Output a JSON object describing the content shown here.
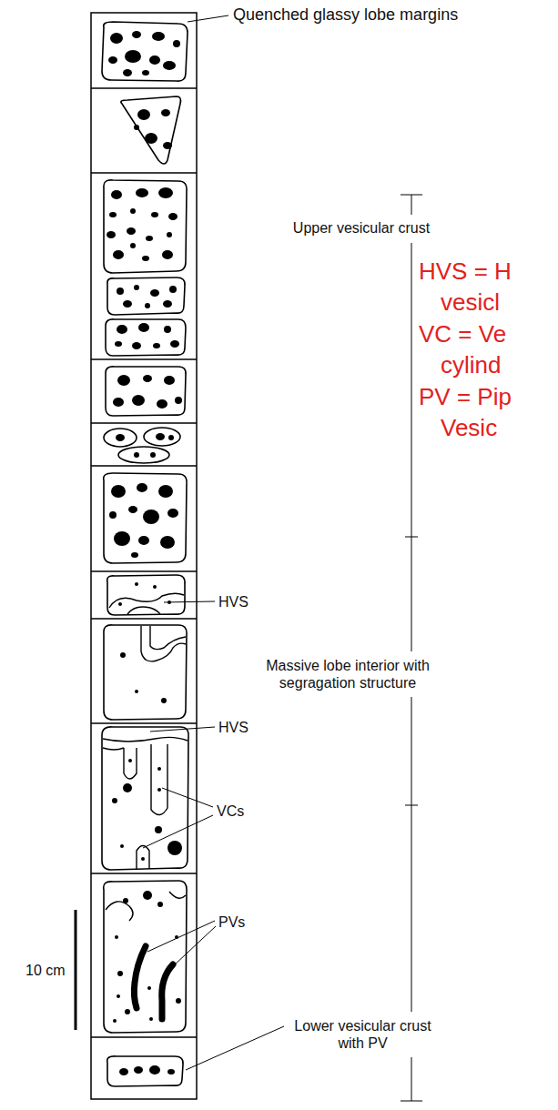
{
  "diagram": {
    "labels": [
      "Quenched glassy lobe margins",
      "Upper vesicular crust",
      "HVS = H vesicl",
      "VC = Ve cylind",
      "PV = Pip Vesic",
      "HVS",
      "Massive lobe interior with segragation structure",
      "HVS",
      "VCs",
      "PVs",
      "10 cm",
      "Lower vesicular crust with PV"
    ]
  }
}
